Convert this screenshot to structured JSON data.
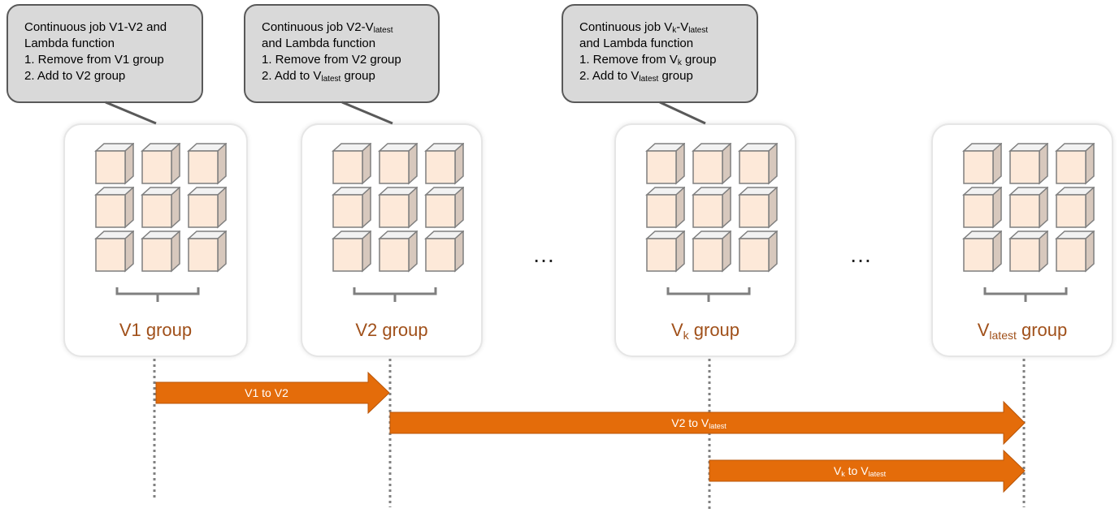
{
  "callouts": [
    {
      "lines": [
        [
          {
            "t": "Continuous job V1-V2 and"
          }
        ],
        [
          {
            "t": "Lambda function"
          }
        ],
        [
          {
            "t": "1. Remove from V1 group"
          }
        ],
        [
          {
            "t": "2. Add to V2 group"
          }
        ]
      ]
    },
    {
      "lines": [
        [
          {
            "t": "Continuous job V2-V"
          },
          {
            "t": "latest",
            "sub": true
          }
        ],
        [
          {
            "t": "and Lambda function"
          }
        ],
        [
          {
            "t": "1. Remove from V2 group"
          }
        ],
        [
          {
            "t": "2. Add to V"
          },
          {
            "t": "latest",
            "sub": true
          },
          {
            "t": " group"
          }
        ]
      ]
    },
    {
      "lines": [
        [
          {
            "t": "Continuous job V"
          },
          {
            "t": "k",
            "sub": true
          },
          {
            "t": "-V"
          },
          {
            "t": "latest",
            "sub": true
          }
        ],
        [
          {
            "t": "and Lambda function"
          }
        ],
        [
          {
            "t": "1. Remove from V"
          },
          {
            "t": "k",
            "sub": true
          },
          {
            "t": " group"
          }
        ],
        [
          {
            "t": "2. Add to V"
          },
          {
            "t": "latest",
            "sub": true
          },
          {
            "t": " group"
          }
        ]
      ]
    }
  ],
  "groups": [
    {
      "label": [
        {
          "t": "V1 group"
        }
      ]
    },
    {
      "label": [
        {
          "t": "V2 group"
        }
      ]
    },
    {
      "label": [
        {
          "t": "V"
        },
        {
          "t": "k",
          "sub": true
        },
        {
          "t": " group"
        }
      ]
    },
    {
      "label": [
        {
          "t": "V"
        },
        {
          "t": "latest",
          "sub": true
        },
        {
          "t": " group"
        }
      ]
    }
  ],
  "ellipsis": "…",
  "arrows": [
    {
      "label": [
        {
          "t": "V1 to V2"
        }
      ]
    },
    {
      "label": [
        {
          "t": "V2 to V"
        },
        {
          "t": "latest",
          "sub": true
        }
      ]
    },
    {
      "label": [
        {
          "t": "V"
        },
        {
          "t": "k",
          "sub": true
        },
        {
          "t": " to V"
        },
        {
          "t": "latest",
          "sub": true
        }
      ]
    }
  ],
  "colors": {
    "arrow_fill": "#e46c0a",
    "arrow_edge": "#b8560a",
    "label_text": "#a0501a",
    "callout_fill": "#d9d9d9",
    "callout_border": "#595959",
    "cube_front": "#fde9d9",
    "cube_top": "#f2f2f2",
    "cube_side": "#d7c8bd",
    "cube_edge": "#7f7f7f",
    "guide_line": "#808080"
  }
}
